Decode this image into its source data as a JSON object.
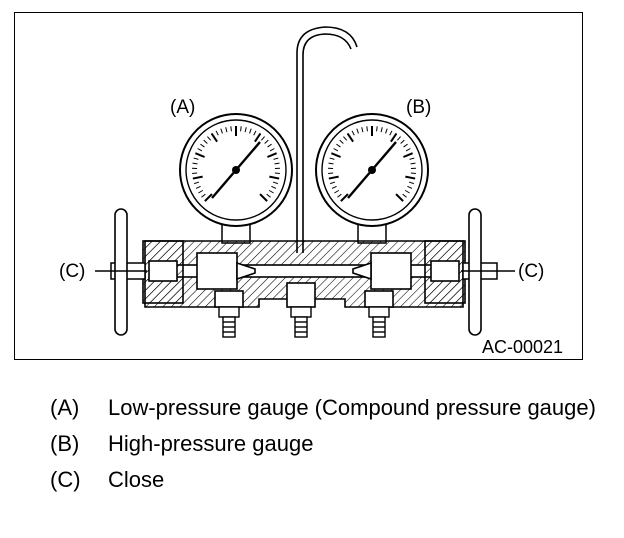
{
  "figure": {
    "id": "AC-00021",
    "callouts": {
      "a": "(A)",
      "b": "(B)",
      "c": "(C)"
    }
  },
  "legend": [
    {
      "key": "(A)",
      "text": "Low-pressure gauge (Compound pressure gauge)"
    },
    {
      "key": "(B)",
      "text": "High-pressure gauge"
    },
    {
      "key": "(C)",
      "text": "Close"
    }
  ]
}
